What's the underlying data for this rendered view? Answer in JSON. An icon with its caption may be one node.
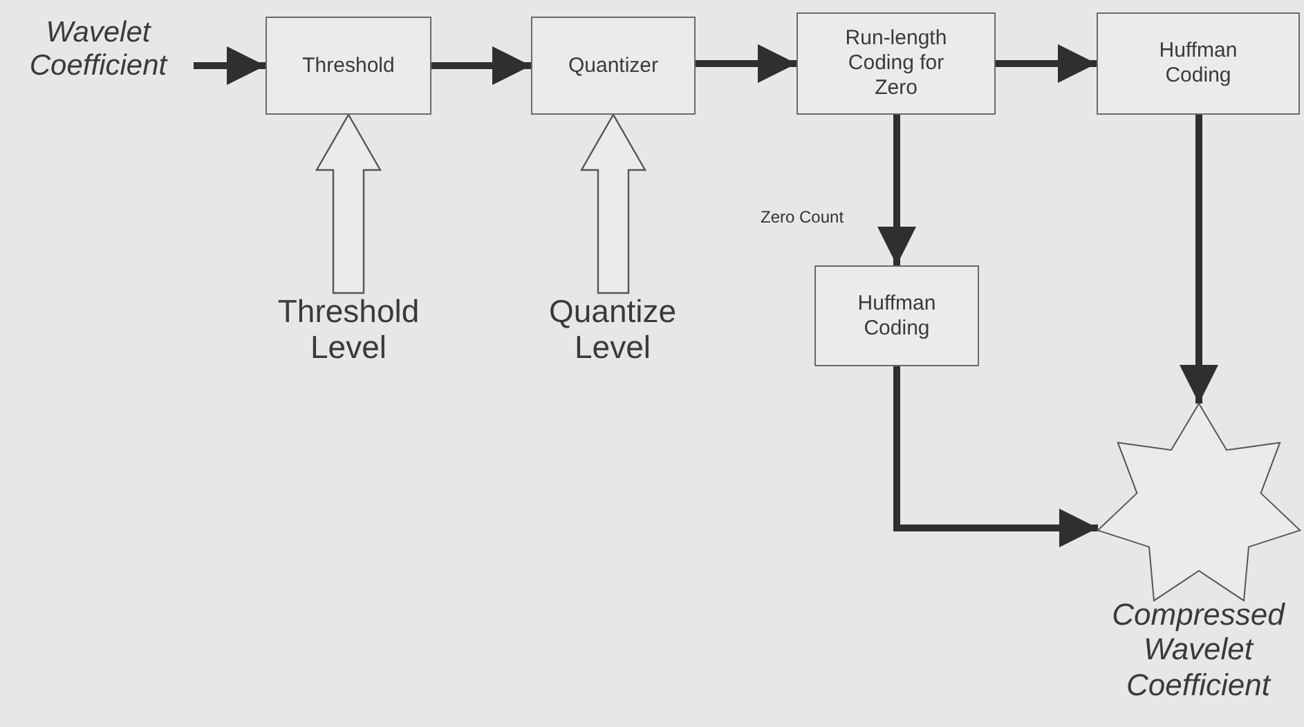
{
  "diagram": {
    "nodes": [
      {
        "text": [
          "Wavelet Coefficient"
        ]
      },
      {
        "text": [
          "Threshold"
        ]
      },
      {
        "text": [
          "Quantizer"
        ]
      },
      {
        "text": [
          "Run-length Coding for Zero"
        ]
      },
      {
        "text": [
          "Huffman Coding"
        ]
      },
      {
        "text": [
          "Threshold Level"
        ]
      },
      {
        "text": [
          "Quantize Level"
        ]
      },
      {
        "text": [
          "Huffman Coding"
        ]
      },
      {
        "text": [
          "Compressed Wavelet Coefficient"
        ]
      }
    ],
    "edges": [
      {
        "from": 0,
        "to": 1,
        "arrow": "to"
      },
      {
        "from": 1,
        "to": 2,
        "arrow": "to"
      },
      {
        "from": 2,
        "to": 3,
        "arrow": "to"
      },
      {
        "from": 3,
        "to": 4,
        "arrow": "to"
      },
      {
        "from": 5,
        "to": 1,
        "arrow": "to",
        "style": "thick"
      },
      {
        "from": 6,
        "to": 2,
        "arrow": "to",
        "style": "thick"
      },
      {
        "from": 3,
        "to": 7,
        "arrow": "to",
        "label": "Zero Count"
      },
      {
        "from": 4,
        "to": 8,
        "arrow": "to"
      },
      {
        "from": 7,
        "to": 8,
        "arrow": "to"
      }
    ]
  }
}
